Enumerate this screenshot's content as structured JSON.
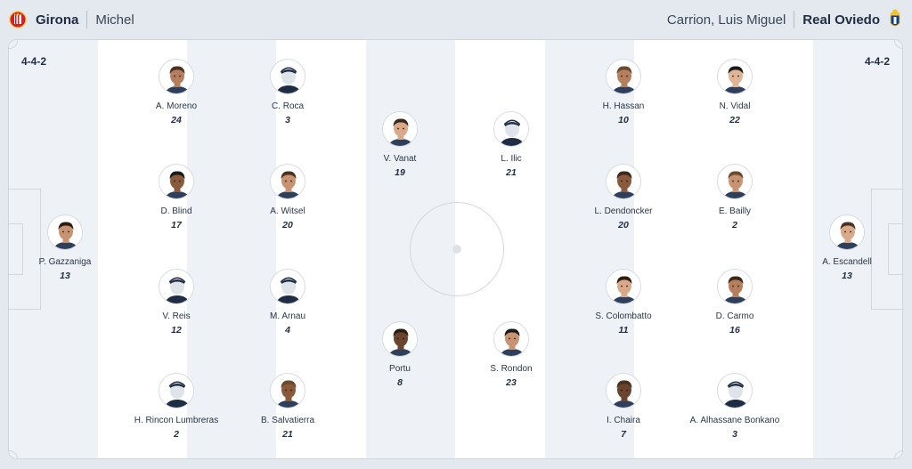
{
  "home": {
    "team": "Girona",
    "coach": "Michel",
    "formation": "4-4-2",
    "crest_icon": "girona-crest-icon",
    "colors": {
      "primary": "#d0212b",
      "secondary": "#ffffff"
    },
    "players": [
      {
        "name": "P. Gazzaniga",
        "number": "13",
        "avatar": "photo"
      },
      {
        "name": "A. Moreno",
        "number": "24",
        "avatar": "photo"
      },
      {
        "name": "D. Blind",
        "number": "17",
        "avatar": "photo"
      },
      {
        "name": "V. Reis",
        "number": "12",
        "avatar": "placeholder"
      },
      {
        "name": "H. Rincon Lumbreras",
        "number": "2",
        "avatar": "placeholder"
      },
      {
        "name": "C. Roca",
        "number": "3",
        "avatar": "placeholder"
      },
      {
        "name": "A. Witsel",
        "number": "20",
        "avatar": "photo"
      },
      {
        "name": "M. Arnau",
        "number": "4",
        "avatar": "placeholder"
      },
      {
        "name": "B. Salvatierra",
        "number": "21",
        "avatar": "photo"
      },
      {
        "name": "V. Vanat",
        "number": "19",
        "avatar": "photo"
      },
      {
        "name": "Portu",
        "number": "8",
        "avatar": "photo"
      }
    ]
  },
  "away": {
    "team": "Real Oviedo",
    "coach": "Carrion, Luis Miguel",
    "formation": "4-4-2",
    "crest_icon": "real-oviedo-crest-icon",
    "colors": {
      "primary": "#0a3d91",
      "secondary": "#f2c230"
    },
    "players": [
      {
        "name": "L. Ilic",
        "number": "21",
        "avatar": "placeholder"
      },
      {
        "name": "S. Rondon",
        "number": "23",
        "avatar": "photo"
      },
      {
        "name": "H. Hassan",
        "number": "10",
        "avatar": "photo"
      },
      {
        "name": "L. Dendoncker",
        "number": "20",
        "avatar": "photo"
      },
      {
        "name": "S. Colombatto",
        "number": "11",
        "avatar": "photo"
      },
      {
        "name": "I. Chaira",
        "number": "7",
        "avatar": "photo"
      },
      {
        "name": "N. Vidal",
        "number": "22",
        "avatar": "photo"
      },
      {
        "name": "E. Bailly",
        "number": "2",
        "avatar": "photo"
      },
      {
        "name": "D. Carmo",
        "number": "16",
        "avatar": "photo"
      },
      {
        "name": "A. Alhassane Bonkano",
        "number": "3",
        "avatar": "placeholder"
      },
      {
        "name": "A. Escandell",
        "number": "13",
        "avatar": "photo"
      }
    ]
  }
}
